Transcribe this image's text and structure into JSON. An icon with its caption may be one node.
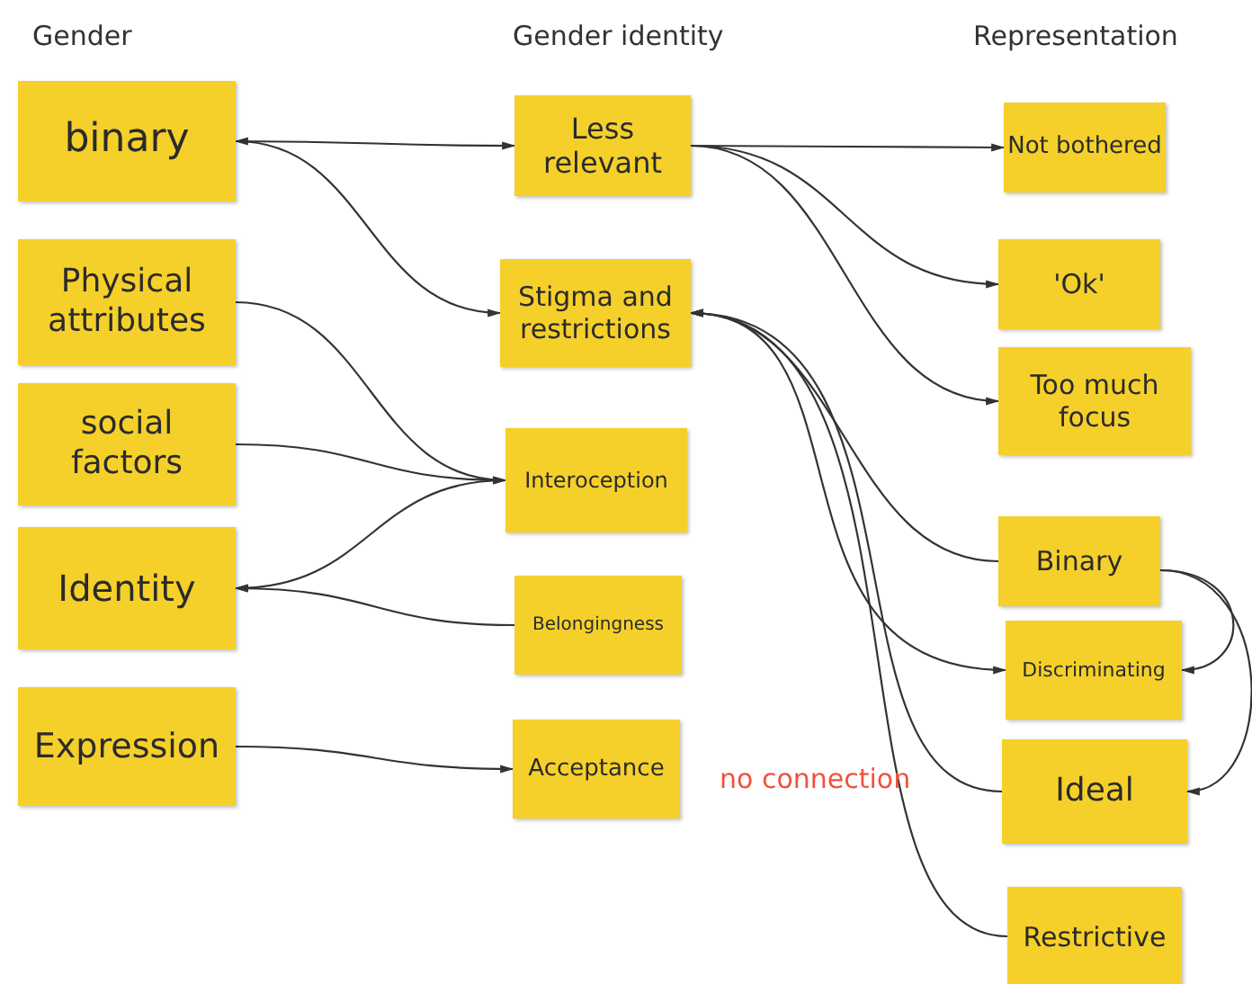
{
  "diagram": {
    "nodes": [
      {
        "text": [
          "binary"
        ]
      },
      {
        "text": [
          "Physical attributes"
        ]
      },
      {
        "text": [
          "social factors"
        ]
      },
      {
        "text": [
          "Identity"
        ]
      },
      {
        "text": [
          "Expression"
        ]
      },
      {
        "text": [
          "Less relevant"
        ]
      },
      {
        "text": [
          "Stigma and restrictions"
        ]
      },
      {
        "text": [
          "Interoception"
        ]
      },
      {
        "text": [
          "Belongingness"
        ]
      },
      {
        "text": [
          "Acceptance"
        ]
      },
      {
        "text": [
          "Not bothered"
        ]
      },
      {
        "text": [
          "'Ok'"
        ]
      },
      {
        "text": [
          "Too much focus"
        ]
      },
      {
        "text": [
          "Binary"
        ]
      },
      {
        "text": [
          "Discriminating"
        ]
      },
      {
        "text": [
          "Ideal"
        ]
      },
      {
        "text": [
          "Restrictive"
        ]
      }
    ],
    "edges": [
      {
        "from": 0,
        "to": 5,
        "arrow": "both"
      },
      {
        "from": 0,
        "to": 6,
        "arrow": "to"
      },
      {
        "from": 1,
        "to": 7,
        "arrow": "to"
      },
      {
        "from": 2,
        "to": 7,
        "arrow": "to"
      },
      {
        "from": 7,
        "to": 3,
        "arrow": "to"
      },
      {
        "from": 8,
        "to": 3,
        "arrow": "to"
      },
      {
        "from": 4,
        "to": 9,
        "arrow": "to"
      },
      {
        "from": 5,
        "to": 10,
        "arrow": "to"
      },
      {
        "from": 5,
        "to": 11,
        "arrow": "to"
      },
      {
        "from": 5,
        "to": 12,
        "arrow": "to"
      },
      {
        "from": 13,
        "to": 6,
        "arrow": "to"
      },
      {
        "from": 6,
        "to": 14,
        "arrow": "both"
      },
      {
        "from": 15,
        "to": 6,
        "arrow": "to"
      },
      {
        "from": 16,
        "to": 6,
        "arrow": "to"
      },
      {
        "from": 13,
        "to": 14,
        "arrow": "to"
      },
      {
        "from": 13,
        "to": 15,
        "arrow": "to"
      }
    ],
    "labels": [
      "Gender",
      "Gender identity",
      "Representation",
      "no connection"
    ]
  }
}
